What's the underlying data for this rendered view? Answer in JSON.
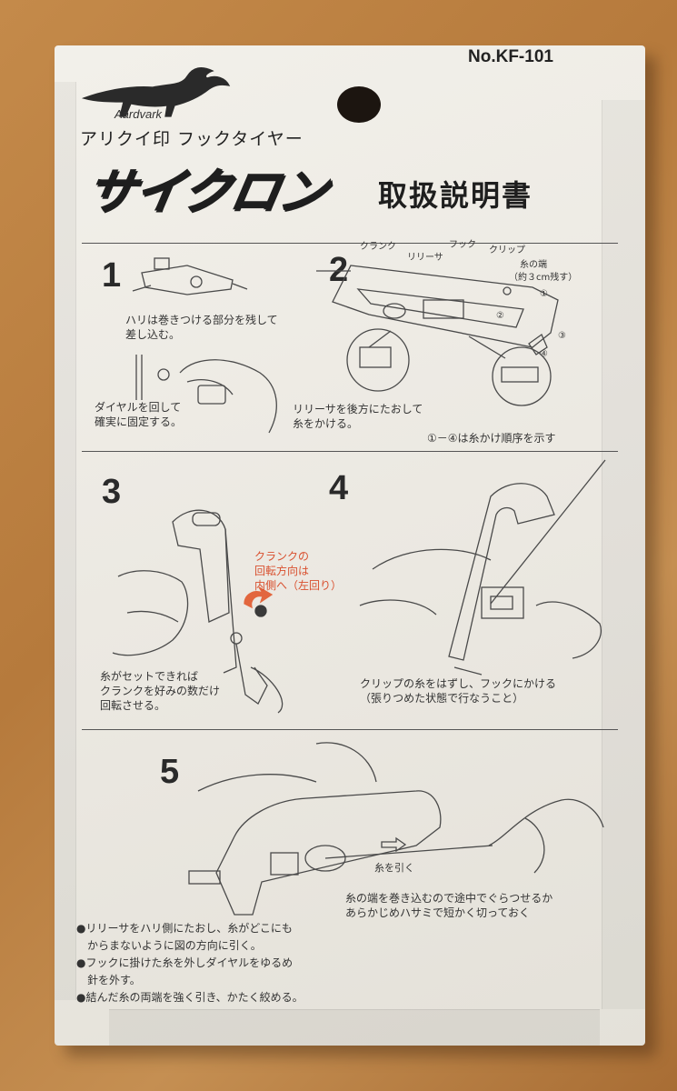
{
  "header": {
    "model_no": "No.KF-101",
    "brand_en": "Aardvark",
    "subtitle": "アリクイ印 フックタイヤー",
    "product_name": "サイクロン",
    "manual_title": "取扱説明書"
  },
  "steps": {
    "s1": {
      "num": "1",
      "note_a": "ハリは巻きつける部分を残して\n差し込む。",
      "note_b": "ダイヤルを回して\n確実に固定する。"
    },
    "s2": {
      "num": "2",
      "labels": {
        "crank": "クランク",
        "releaser": "リリーサ",
        "hook": "フック",
        "clip": "クリップ",
        "thread_end": "糸の端",
        "leave": "（約３cm残す）",
        "n1": "①",
        "n2": "②",
        "n3": "③",
        "n4": "④"
      },
      "note": "リリーサを後方にたおして\n糸をかける。",
      "order_note": "①－④は糸かけ順序を示す"
    },
    "s3": {
      "num": "3",
      "red_note": "クランクの\n回転方向は\n内側へ（左回り）",
      "note": "糸がセットできれば\nクランクを好みの数だけ\n回転させる。"
    },
    "s4": {
      "num": "4",
      "note": "クリップの糸をはずし、フックにかける\n（張りつめた状態で行なうこと）"
    },
    "s5": {
      "num": "5",
      "pull_label": "糸を引く",
      "note": "糸の端を巻き込むので途中でぐらつせるか\nあらかじめハサミで短かく切っておく"
    }
  },
  "bullets": [
    "●リリーサをハリ側にたおし、糸がどこにも",
    "　からまないように図の方向に引く。",
    "●フックに掛けた糸を外しダイヤルをゆるめ",
    "　針を外す。",
    "●結んだ糸の両端を強く引き、かたく絞める。"
  ],
  "colors": {
    "background": "#c48a4a",
    "card": "#ebe8e1",
    "ink": "#222222",
    "accent_red": "#d9502f"
  }
}
